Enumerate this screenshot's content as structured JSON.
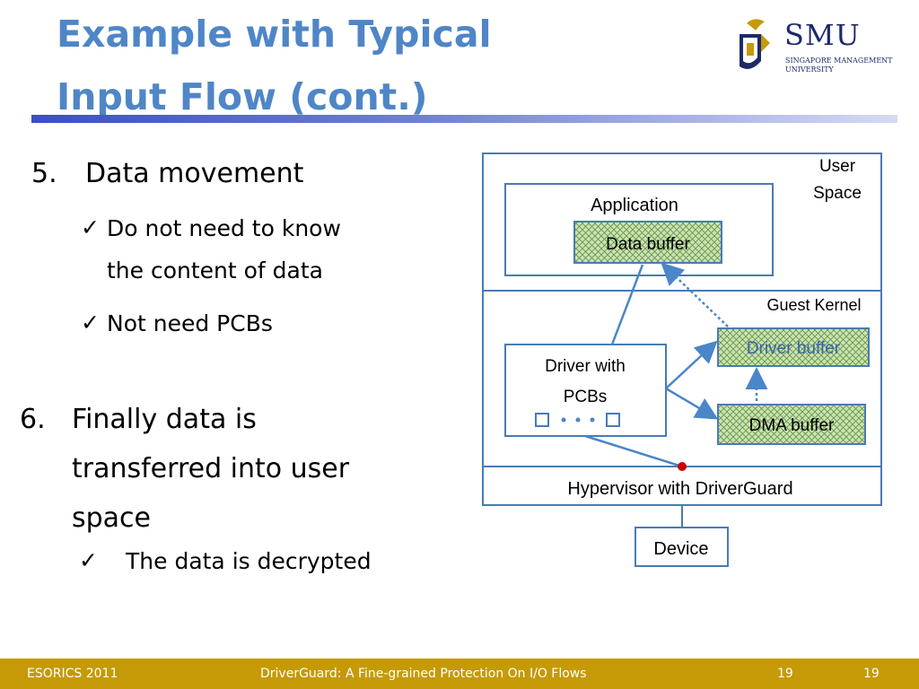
{
  "title": {
    "line1": "Example with Typical",
    "line2": "Input Flow (cont.)"
  },
  "logo": {
    "name": "SMU",
    "subtitle_line1": "SINGAPORE MANAGEMENT",
    "subtitle_line2": "UNIVERSITY"
  },
  "bullets": {
    "item5": {
      "number": "5.",
      "text": "Data movement",
      "sub": [
        {
          "check": "✓",
          "line1": "Do not need to know",
          "line2": "the content of data"
        },
        {
          "check": "✓",
          "line1": "Not need PCBs"
        }
      ]
    },
    "item6": {
      "number": "6.",
      "line1": "Finally data is",
      "line2": "transferred into user",
      "line3": "space",
      "sub": [
        {
          "check": "✓",
          "text": "The data is decrypted"
        }
      ]
    }
  },
  "diagram": {
    "user_space": {
      "line1": "User",
      "line2": "Space"
    },
    "application": "Application",
    "data_buffer": "Data buffer",
    "guest_kernel": "Guest Kernel",
    "driver_buffer": "Driver buffer",
    "driver": {
      "line1": "Driver with",
      "line2": "PCBs"
    },
    "dma_buffer": "DMA buffer",
    "hypervisor": "Hypervisor with DriverGuard",
    "device": "Device",
    "colors": {
      "box_border": "#4a7ab5",
      "buffer_fill": "#c8e6a8",
      "arrow": "#4a86c8",
      "dot": "#cc0000"
    }
  },
  "footer": {
    "left": "ESORICS 2011",
    "center": "DriverGuard: A Fine-grained Protection On I/O Flows",
    "num1": "19",
    "num2": "19",
    "color": "#c59a06"
  }
}
